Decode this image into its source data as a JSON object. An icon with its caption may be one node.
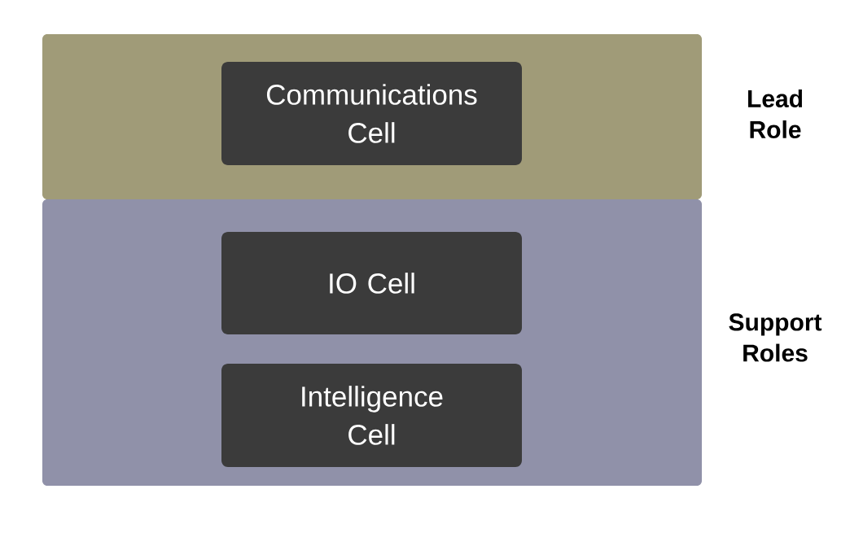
{
  "diagram": {
    "nodes": [
      {
        "text": [
          "Lead Role"
        ]
      },
      {
        "text": [
          "Communications Cell"
        ],
        "in": 0
      },
      {
        "text": [
          "Support Roles"
        ]
      },
      {
        "text": [
          "IO Cell"
        ],
        "in": 2
      },
      {
        "text": [
          "Intelligence Cell"
        ],
        "in": 2
      }
    ]
  }
}
